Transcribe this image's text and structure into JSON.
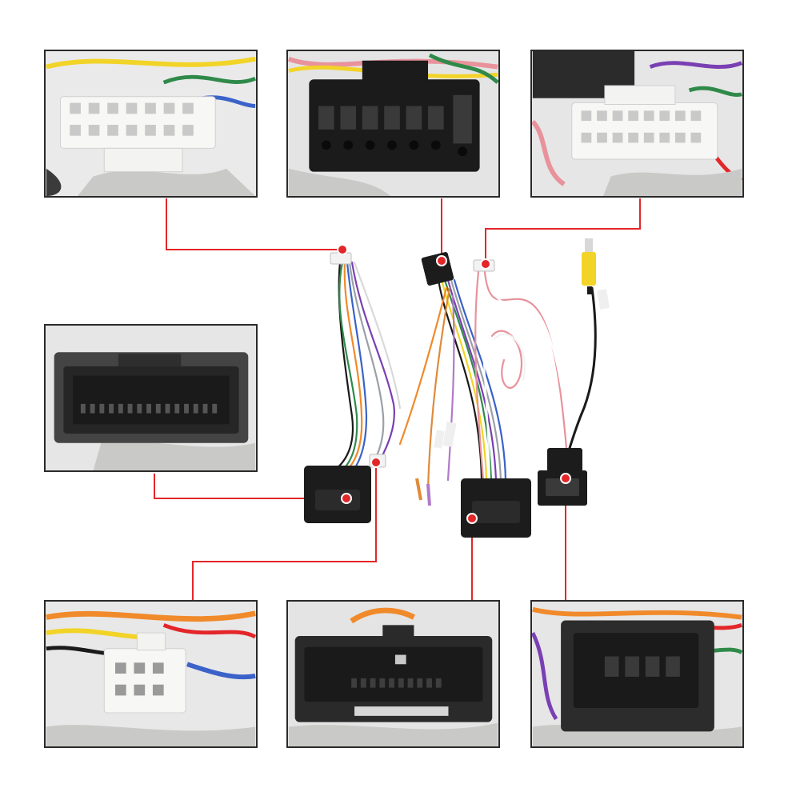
{
  "colors": {
    "callout_line": "#e3262a",
    "connector_white": "#f4f4f2",
    "connector_black": "#1c1c1c",
    "connector_gray": "#3c3c3c",
    "panel_border": "#2a2a2a"
  },
  "panels": [
    {
      "id": "top-left",
      "subject": "white-16-pin-connector"
    },
    {
      "id": "top-middle",
      "subject": "black-16-pin-connector"
    },
    {
      "id": "top-right",
      "subject": "white-20-pin-connector"
    },
    {
      "id": "middle-left",
      "subject": "gray-oem-harness-socket"
    },
    {
      "id": "bottom-left",
      "subject": "white-6-pin-connector"
    },
    {
      "id": "bottom-middle",
      "subject": "black-oem-plug"
    },
    {
      "id": "bottom-right",
      "subject": "black-4-pin-camera-plug"
    }
  ]
}
